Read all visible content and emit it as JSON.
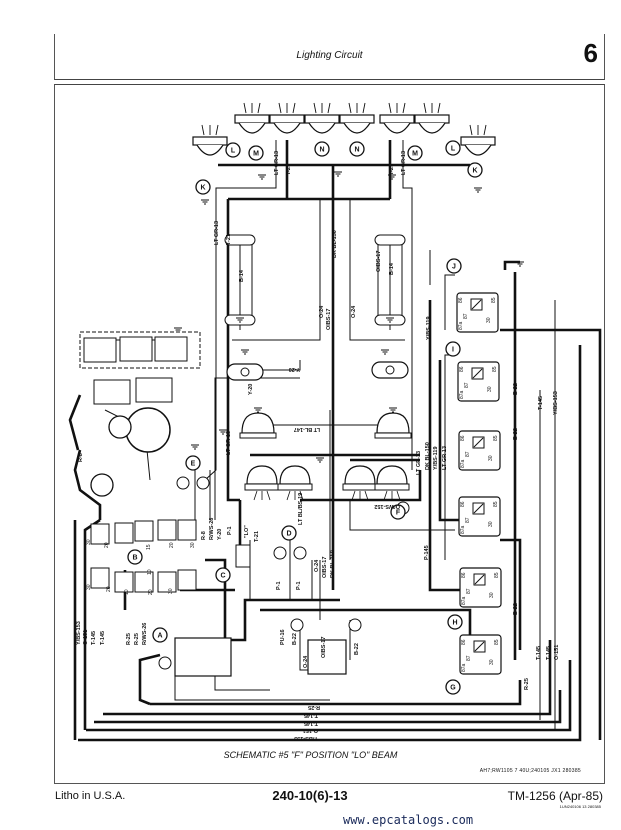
{
  "header": {
    "title": "Lighting Circuit",
    "section_number": "6"
  },
  "schematic": {
    "caption": "SCHEMATIC #5 \"F\" POSITION \"LO\" BEAM",
    "drawing_code": "AH7;RW1105 7 40U;240105 JX1 280385",
    "connectors": [
      "K",
      "L",
      "M",
      "N",
      "N",
      "M",
      "L",
      "K",
      "J",
      "I",
      "H",
      "G",
      "F",
      "E",
      "D",
      "C",
      "B",
      "A"
    ],
    "wire_labels": [
      "LT GR-13",
      "T-21",
      "T-21",
      "LT GR-13",
      "LT GR-13",
      "T-21",
      "DK BL-150",
      "B-14",
      "O-24",
      "OIBS-17",
      "B-14",
      "O-24",
      "OIBS-17",
      "Y-20",
      "Y-20",
      "LT BL-147",
      "LT GR-13",
      "R-8",
      "R-8",
      "R/WS-26",
      "Y-20",
      "T-21",
      "\"LO\"",
      "P-1",
      "P-1",
      "P-1",
      "LT BL/BS-19",
      "O-24",
      "OIBS-17",
      "DK BL-150",
      "Y/BS-119",
      "LT GR-13",
      "DK BL-150",
      "Y/BS-119",
      "LT GR-13",
      "O/WS-152",
      "P-145",
      "T-145",
      "B-22",
      "B-22",
      "B-22",
      "Y/BS-153",
      "Y/BS-153",
      "O-151",
      "T-145",
      "T-145",
      "R-25",
      "R-25",
      "R/WS-26",
      "PU-16",
      "B-22",
      "O-24",
      "OIBS-17",
      "B-22",
      "R-25",
      "T-145",
      "T-145",
      "O-151",
      "R-25",
      "T-145",
      "T-145",
      "O-151",
      "Y/BS-153"
    ],
    "fuse_ratings": [
      "30",
      "20",
      "15",
      "10",
      "20",
      "30",
      "30",
      "20",
      "10",
      "20",
      "30"
    ],
    "relay_pins": [
      "86",
      "85",
      "87",
      "30",
      "87a"
    ]
  },
  "footer": {
    "left": "Litho in U.S.A.",
    "center": "240-10(6)-13",
    "right": "TM-1256 (Apr-85)",
    "right_code": "1UN240106 13 280385"
  },
  "watermark": "www.epcatalogs.com"
}
